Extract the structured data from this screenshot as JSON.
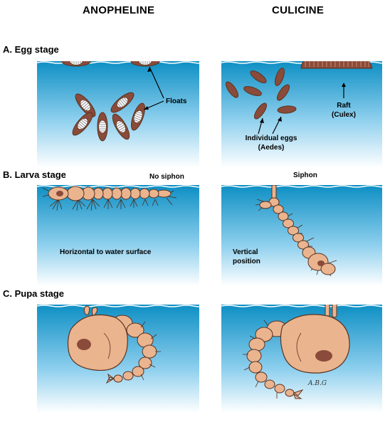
{
  "columns": {
    "left": "ANOPHELINE",
    "right": "CULICINE"
  },
  "stages": {
    "egg": "A. Egg stage",
    "larva": "B. Larva stage",
    "pupa": "C. Pupa stage"
  },
  "egg_labels": {
    "floats": "Floats",
    "raft_1": "Raft",
    "raft_2": "(Culex)",
    "individual_1": "Individual eggs",
    "individual_2": "(Aedes)"
  },
  "larva_labels": {
    "no_siphon": "No siphon",
    "siphon": "Siphon",
    "horizontal": "Horizontal to water surface",
    "vertical_1": "Vertical",
    "vertical_2": "position"
  },
  "signature": "A.B.G",
  "colors": {
    "water_top": "#0d8fc4",
    "water_bottom": "#ffffff",
    "egg": "#8a4b3a",
    "body": "#eab48f",
    "outline": "#5a3220"
  }
}
